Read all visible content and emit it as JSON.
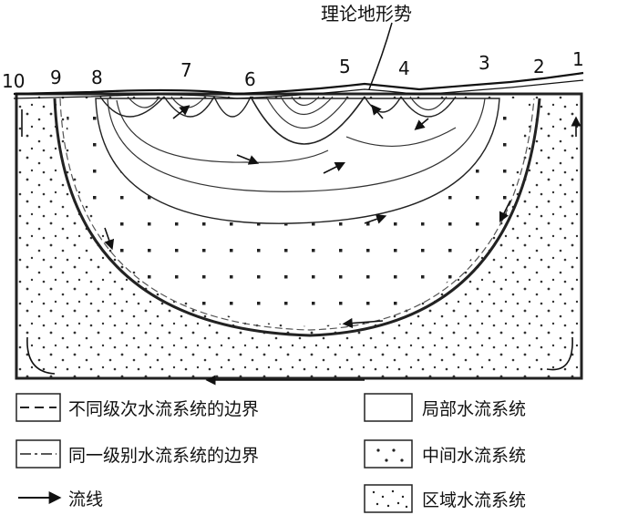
{
  "diagram": {
    "title": "理论地形势",
    "topo_point_labels": [
      "10",
      "9",
      "8",
      "7",
      "6",
      "5",
      "4",
      "3",
      "2",
      "1"
    ],
    "legend": [
      {
        "key": "boundary-different-level",
        "text": "不同级次水流系统的边界"
      },
      {
        "key": "boundary-same-level",
        "text": "同一级别水流系统的边界"
      },
      {
        "key": "flow-line",
        "text": "流线"
      },
      {
        "key": "local-flow",
        "text": "局部水流系统"
      },
      {
        "key": "intermediate-flow",
        "text": "中间水流系统"
      },
      {
        "key": "regional-flow",
        "text": "区域水流系统"
      }
    ]
  }
}
